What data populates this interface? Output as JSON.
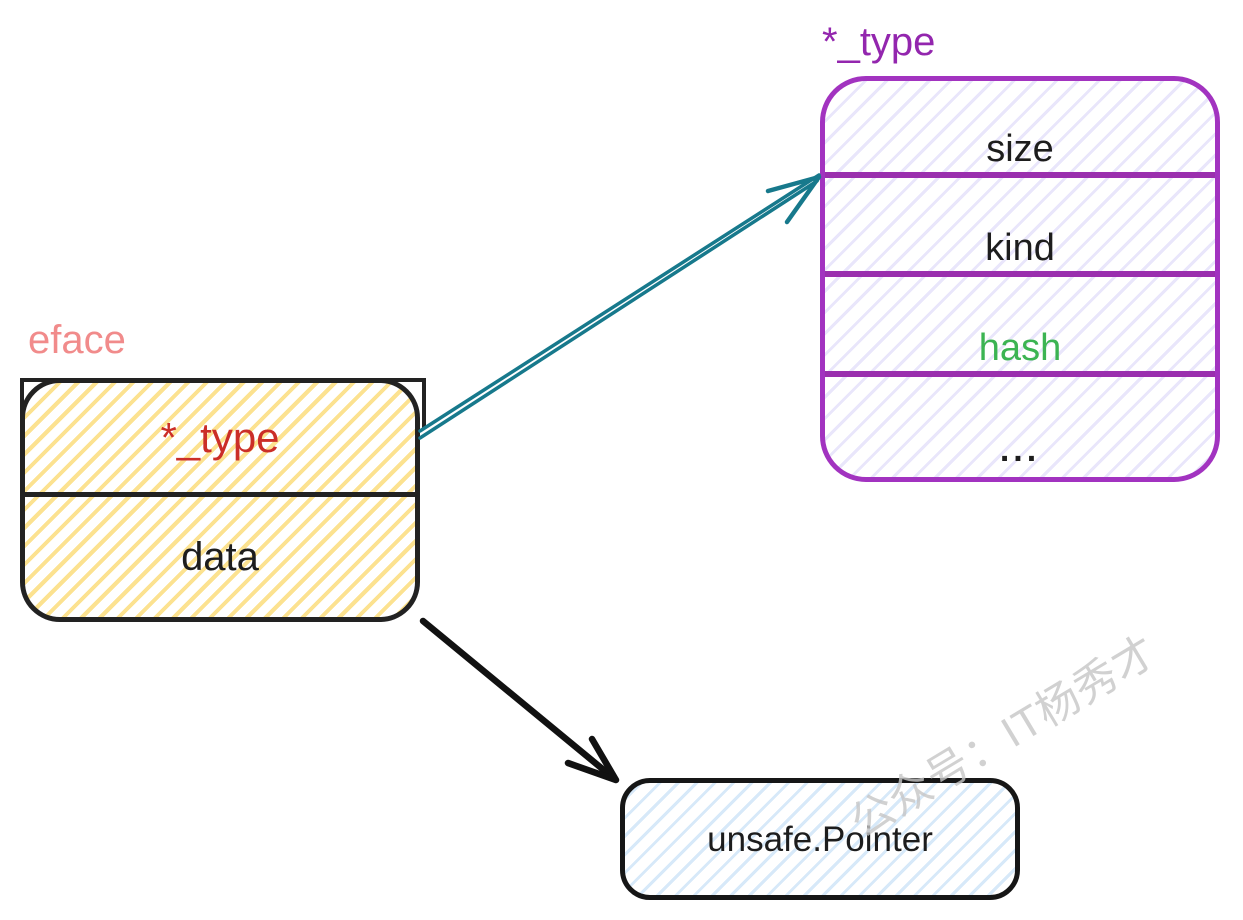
{
  "diagram": {
    "eface": {
      "label": "eface",
      "label_color": "#f18b8b",
      "fields": [
        {
          "text": "*_type",
          "color": "#cb2e28"
        },
        {
          "text": "data",
          "color": "#1d1d1d"
        }
      ]
    },
    "type_struct": {
      "label": "*_type",
      "label_color": "#9326ae",
      "fields": [
        {
          "text": "size",
          "color": "#1d1d1d"
        },
        {
          "text": "kind",
          "color": "#1d1d1d"
        },
        {
          "text": "hash",
          "color": "#3cb452"
        },
        {
          "text": "...",
          "color": "#1d1d1d"
        }
      ]
    },
    "pointer": {
      "label": "unsafe.Pointer",
      "color": "#1d1d1d"
    },
    "watermark": "公众号：IT杨秀才",
    "colors": {
      "eface_border": "#222222",
      "eface_hatch": "#fce290",
      "type_border": "#a233c0",
      "type_divider": "#9a2fae",
      "type_hatch": "#e9e6fb",
      "pointer_border": "#161616",
      "pointer_hatch": "#d7e9f9",
      "arrow_type_pointer": "#17798c",
      "arrow_data_pointer": "#111111",
      "watermark": "#c6c6c6"
    }
  }
}
